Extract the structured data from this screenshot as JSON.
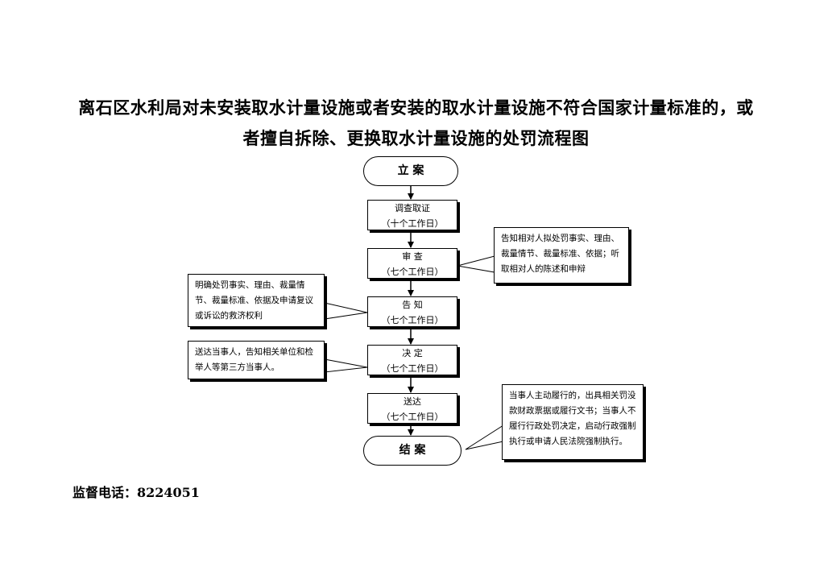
{
  "title": {
    "line1": "离石区水利局对未安装取水计量设施或者安装的取水计量设施不符合国家计量标准的，或",
    "line2": "者擅自拆除、更换取水计量设施的处罚流程图"
  },
  "flow": {
    "start": "立  案",
    "steps": [
      {
        "label": "调查取证",
        "sub": "（十个工作日）"
      },
      {
        "label": "审    查",
        "sub": "（七个工作日）"
      },
      {
        "label": "告    知",
        "sub": "（七个工作日）"
      },
      {
        "label": "决    定",
        "sub": "（七个工作日）"
      },
      {
        "label": "送达",
        "sub": "（七个工作日）"
      }
    ],
    "end": "结  案"
  },
  "notes": {
    "review": "告知相对人拟处罚事实、理由、裁量情节、裁量标准、依据；听取相对人的陈述和申辩",
    "inform": "明确处罚事实、理由、裁量情节、裁量标准、依据及申请复议或诉讼的救济权利",
    "decision": "送达当事人，告知相关单位和检举人等第三方当事人。",
    "close": "当事人主动履行的，出具相关罚没款财政票据或履行文书；当事人不履行行政处罚决定，启动行政强制执行或申请人民法院强制执行。"
  },
  "footer": {
    "phone": "监督电话：8224051"
  }
}
